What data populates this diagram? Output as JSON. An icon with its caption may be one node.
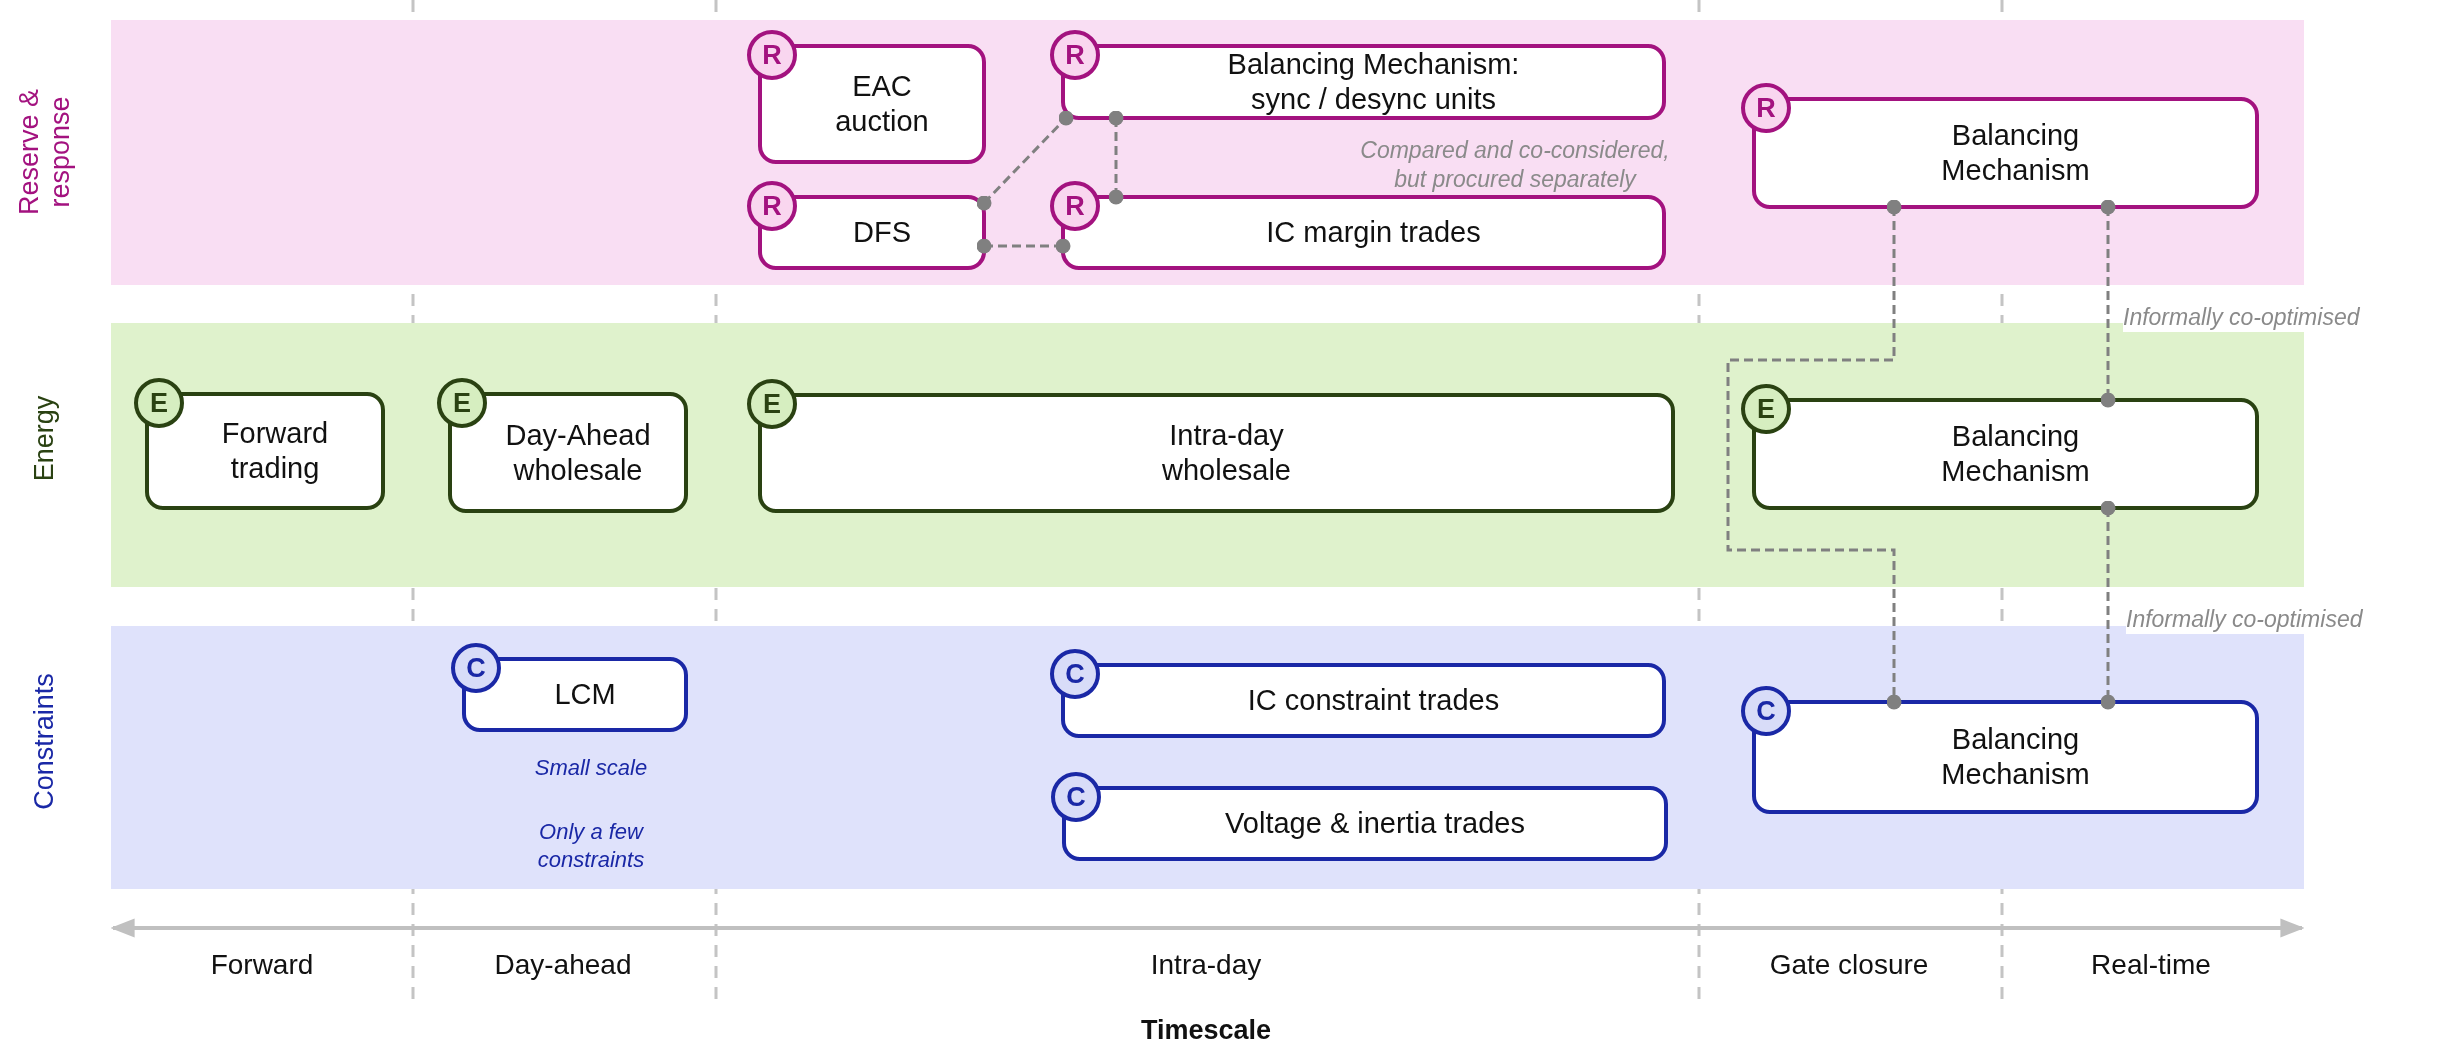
{
  "diagram": {
    "nodes": [
      {
        "text": [
          "Reserve & response"
        ]
      },
      {
        "text": [
          "R",
          "EAC auction"
        ],
        "in": 0
      },
      {
        "text": [
          "R",
          "Balancing Mechanism: sync / desync units"
        ],
        "in": 0
      },
      {
        "text": [
          "R",
          "DFS"
        ],
        "in": 0
      },
      {
        "text": [
          "R",
          "IC margin trades"
        ],
        "in": 0
      },
      {
        "text": [
          "R",
          "Balancing Mechanism"
        ],
        "in": 0
      },
      {
        "text": [
          "Energy"
        ]
      },
      {
        "text": [
          "E",
          "Forward trading"
        ],
        "in": 6
      },
      {
        "text": [
          "E",
          "Day-Ahead wholesale"
        ],
        "in": 6
      },
      {
        "text": [
          "E",
          "Intra-day wholesale"
        ],
        "in": 6
      },
      {
        "text": [
          "E",
          "Balancing Mechanism"
        ],
        "in": 6
      },
      {
        "text": [
          "Constraints"
        ]
      },
      {
        "text": [
          "C",
          "LCM"
        ],
        "in": 11,
        "beside": [
          "Small scale",
          "Only a few constraints"
        ]
      },
      {
        "text": [
          "C",
          "IC constraint trades"
        ],
        "in": 11
      },
      {
        "text": [
          "C",
          "Voltage & inertia trades"
        ],
        "in": 11
      },
      {
        "text": [
          "C",
          "Balancing Mechanism"
        ],
        "in": 11
      }
    ],
    "edges": [
      {
        "from": 3,
        "to": 2,
        "arrow": "other",
        "style": "dashed"
      },
      {
        "from": 3,
        "to": 4,
        "arrow": "other",
        "style": "dashed"
      },
      {
        "from": 2,
        "to": 4,
        "arrow": "other",
        "style": "dashed"
      },
      {
        "from": 5,
        "to": 15,
        "arrow": "other",
        "style": "dashed"
      },
      {
        "from": 5,
        "to": 10,
        "arrow": "other",
        "style": "dashed",
        "label": "Informally co-optimised"
      },
      {
        "from": 10,
        "to": 15,
        "arrow": "other",
        "style": "dashed",
        "label": "Informally co-optimised"
      }
    ],
    "labels": [
      "Compared and co-considered, but procured separately",
      "Forward",
      "Day-ahead",
      "Intra-day",
      "Gate closure",
      "Real-time",
      "Timescale"
    ]
  }
}
